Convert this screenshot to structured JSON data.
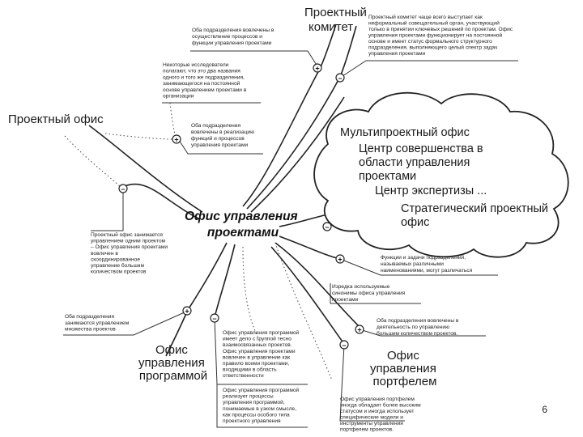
{
  "center": {
    "line1": "Офис управления",
    "line2": "проектами"
  },
  "nodes": {
    "project_committee": [
      "Проектный",
      "комитет"
    ],
    "project_office": [
      "Проектный офис"
    ],
    "program_office": [
      "Офис",
      "управления",
      "программой"
    ],
    "portfolio_office": [
      "Офис",
      "управления",
      "портфелем"
    ]
  },
  "cloud": {
    "lines": [
      "Мультипроектный офис",
      "Центр совершенства в",
      "области управления",
      "проектами",
      "Центр экспертизы ...",
      "Стратегический проектный",
      "офис"
    ]
  },
  "notes": {
    "committee_plus": [
      "Оба подразделения вовлечены в",
      "осуществление процессов и",
      "функции управления проектами"
    ],
    "committee_minus": [
      "Проектный комитет чаще всего выступает как",
      "неформальный совещательный орган, участвующий",
      "только в принятии ключевых решений по проектам. Офис",
      "управления проектами функционирует на постоянной",
      "основе и имеет статус формального структурного",
      "подразделения, выполняющего целый спектр задач",
      "управления проектами"
    ],
    "office_note": [
      "Некоторые исследователи",
      "полагают, что это два названия",
      "одного и того же подразделения,",
      "занимающегося на постоянной",
      "основе управлением проектами в",
      "организации"
    ],
    "office_plus": [
      "Оба подразделения",
      "вовлечены в реализацию",
      "функций и процессов",
      "управления проектами"
    ],
    "office_minus": [
      "Проектный офис занимается",
      "управлением одним проектом",
      "– Офис управления проектами",
      "вовлечен в",
      "скоординированное",
      "управление большим",
      "количеством проектов"
    ],
    "cloud_plus": [
      "Функции и задачи подразделений,",
      "называемых различными",
      "наименованиями, могут различаться"
    ],
    "cloud_note": [
      "Изредка используемые",
      "синонимы офиса управления",
      "проектами"
    ],
    "portfolio_plus": [
      "Оба подразделения вовлечены в",
      "деятельность по управлению",
      "большим количеством проектов."
    ],
    "portfolio_minus": [
      "Офис управления портфелем",
      "иногда обладает более высоким",
      "статусом и иногда использует",
      "специфические модели и",
      "инструменты управления",
      "портфелем проектов."
    ],
    "program_plus": [
      "Оба подразделения",
      "занимаются управлением",
      "множества проектов"
    ],
    "program_minus_a": [
      "Офис управления программой",
      "имеет дело с группой тесно",
      "взаимосвязанных проектов.",
      "Офис управления проектами",
      "вовлечен в управление как",
      "правило всеми проектами,",
      "входящими в область",
      "ответственности"
    ],
    "program_minus_b": [
      "Офис управления программой",
      "реализует процессы",
      "управления программой,",
      "понимаемые в узком смысле,",
      "как процессы особого типа",
      "проектного управления"
    ]
  },
  "marks": {
    "plus": "+",
    "minus": "–"
  },
  "page_number": "6"
}
